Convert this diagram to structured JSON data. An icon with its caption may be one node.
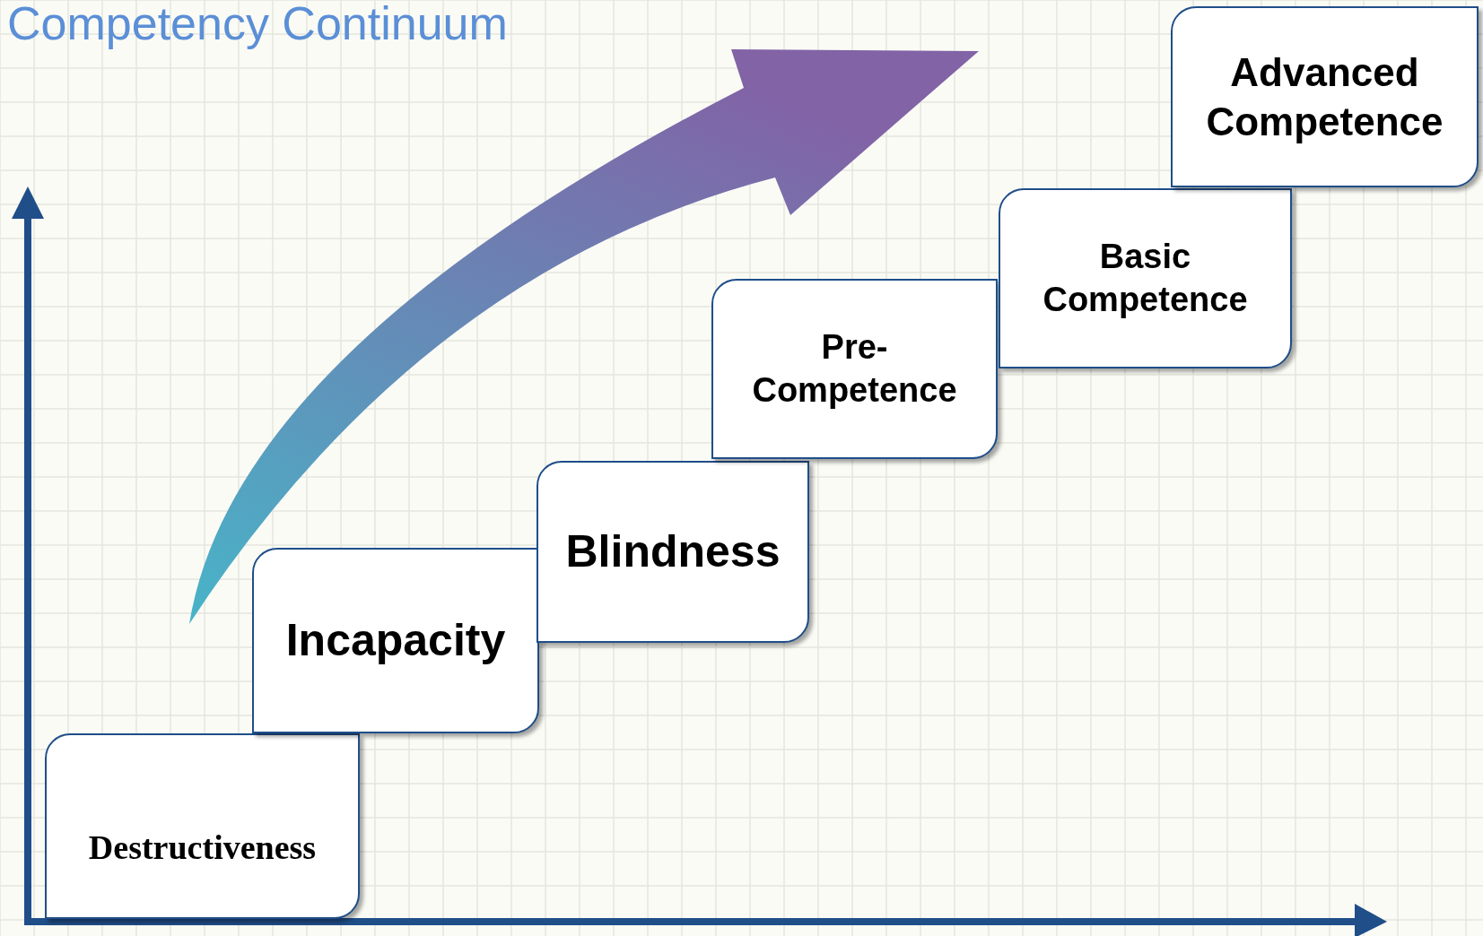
{
  "diagram": {
    "title": "Competency Continuum",
    "nodes": [
      {
        "text": [
          "Destructiveness"
        ]
      },
      {
        "text": [
          "Incapacity"
        ]
      },
      {
        "text": [
          "Blindness"
        ]
      },
      {
        "text": [
          "Pre- Competence"
        ]
      },
      {
        "text": [
          "Basic Competence"
        ]
      },
      {
        "text": [
          "Advanced Competence"
        ]
      }
    ]
  }
}
